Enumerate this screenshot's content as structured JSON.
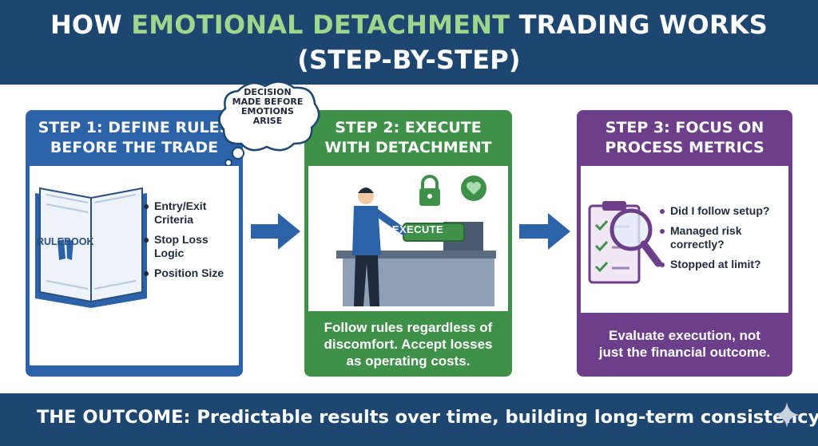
{
  "header": {
    "title_pre": "HOW",
    "title_accent": "EMOTIONAL DETACHMENT",
    "title_post": "TRADING WORKS",
    "subtitle": "(STEP-BY-STEP)",
    "accent_color": "#9ed68d",
    "background": "#1d4670"
  },
  "thought_bubble": {
    "lines": [
      "DECISION",
      "MADE BEFORE",
      "EMOTIONS",
      "ARISE"
    ]
  },
  "steps": [
    {
      "title_lines": [
        "STEP 1: DEFINE RULES",
        "BEFORE THE TRADE"
      ],
      "icon": "rulebook-icon",
      "book_label": "RULEBOOK",
      "bullets": [
        "Entry/Exit Criteria",
        "Stop Loss Logic",
        "Position Size"
      ],
      "color": "#2c63a8"
    },
    {
      "title_lines": [
        "STEP 2: EXECUTE",
        "WITH DETACHMENT"
      ],
      "icon": "trader-at-desk-icon",
      "button_label": "EXECUTE",
      "caption_lines": [
        "Follow rules regardless of",
        "discomfort. Accept losses",
        "as operating costs."
      ],
      "color": "#3f9048"
    },
    {
      "title_lines": [
        "STEP 3: FOCUS ON",
        "PROCESS METRICS"
      ],
      "icon": "checklist-magnifier-icon",
      "bullets": [
        "Did I follow setup?",
        "Managed risk correctly?",
        "Stopped at limit?"
      ],
      "caption_lines": [
        "Evaluate execution, not",
        "just the financial outcome."
      ],
      "color": "#6d3f8b"
    }
  ],
  "footer": {
    "text": "THE OUTCOME: Predictable results over time, building long-term consistency.",
    "background": "#1d4670"
  }
}
